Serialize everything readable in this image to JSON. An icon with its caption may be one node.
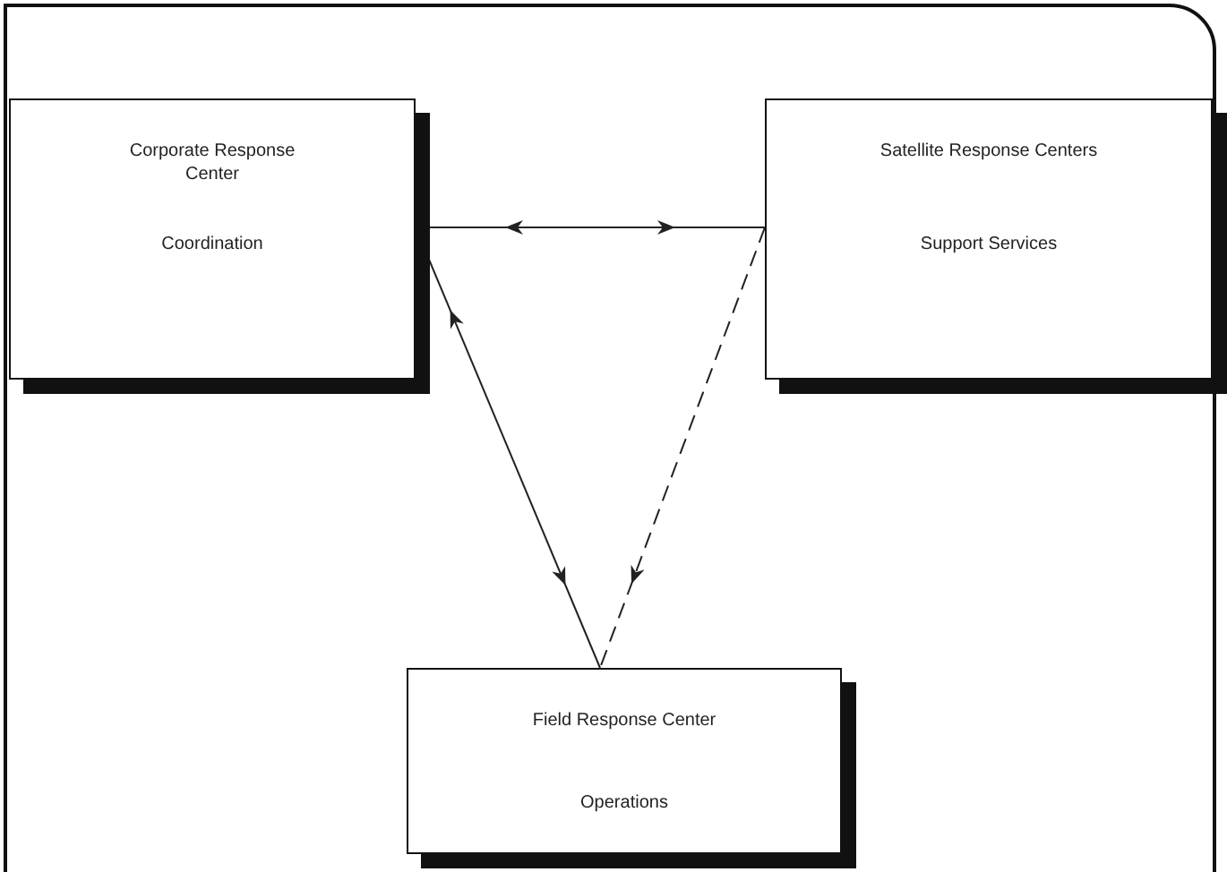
{
  "diagram": {
    "nodes": [
      {
        "text": [
          "Corporate Response Center",
          "Coordination"
        ]
      },
      {
        "text": [
          "Satellite Response Centers",
          "Support Services"
        ]
      },
      {
        "text": [
          "Field Response Center",
          "Operations"
        ]
      }
    ],
    "edges": [
      {
        "from": 0,
        "to": 1,
        "arrow": "both"
      },
      {
        "from": 0,
        "to": 2,
        "arrow": "both"
      },
      {
        "from": 1,
        "to": 2,
        "arrow": "to",
        "style": "dashed"
      }
    ]
  }
}
